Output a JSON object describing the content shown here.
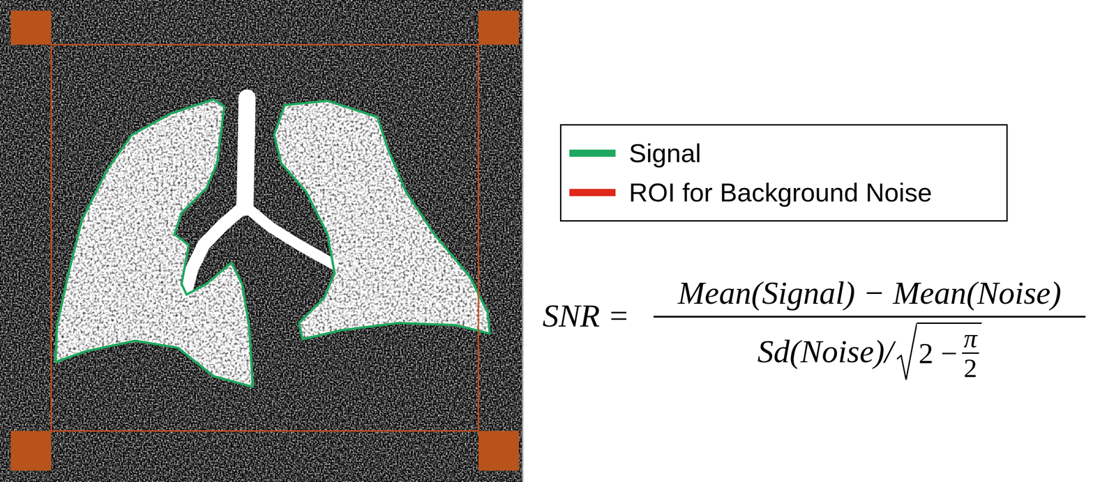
{
  "diagram": {
    "labels": [
      "SNR",
      "=",
      "Mean(Signal) − Mean(Noise)",
      "Sd(Noise)/",
      "2 −",
      "π",
      "2"
    ],
    "legend": [
      {
        "text": "Signal",
        "color": "#1fa85f"
      },
      {
        "text": "ROI for Background Noise",
        "color": "#e0281c"
      }
    ]
  }
}
